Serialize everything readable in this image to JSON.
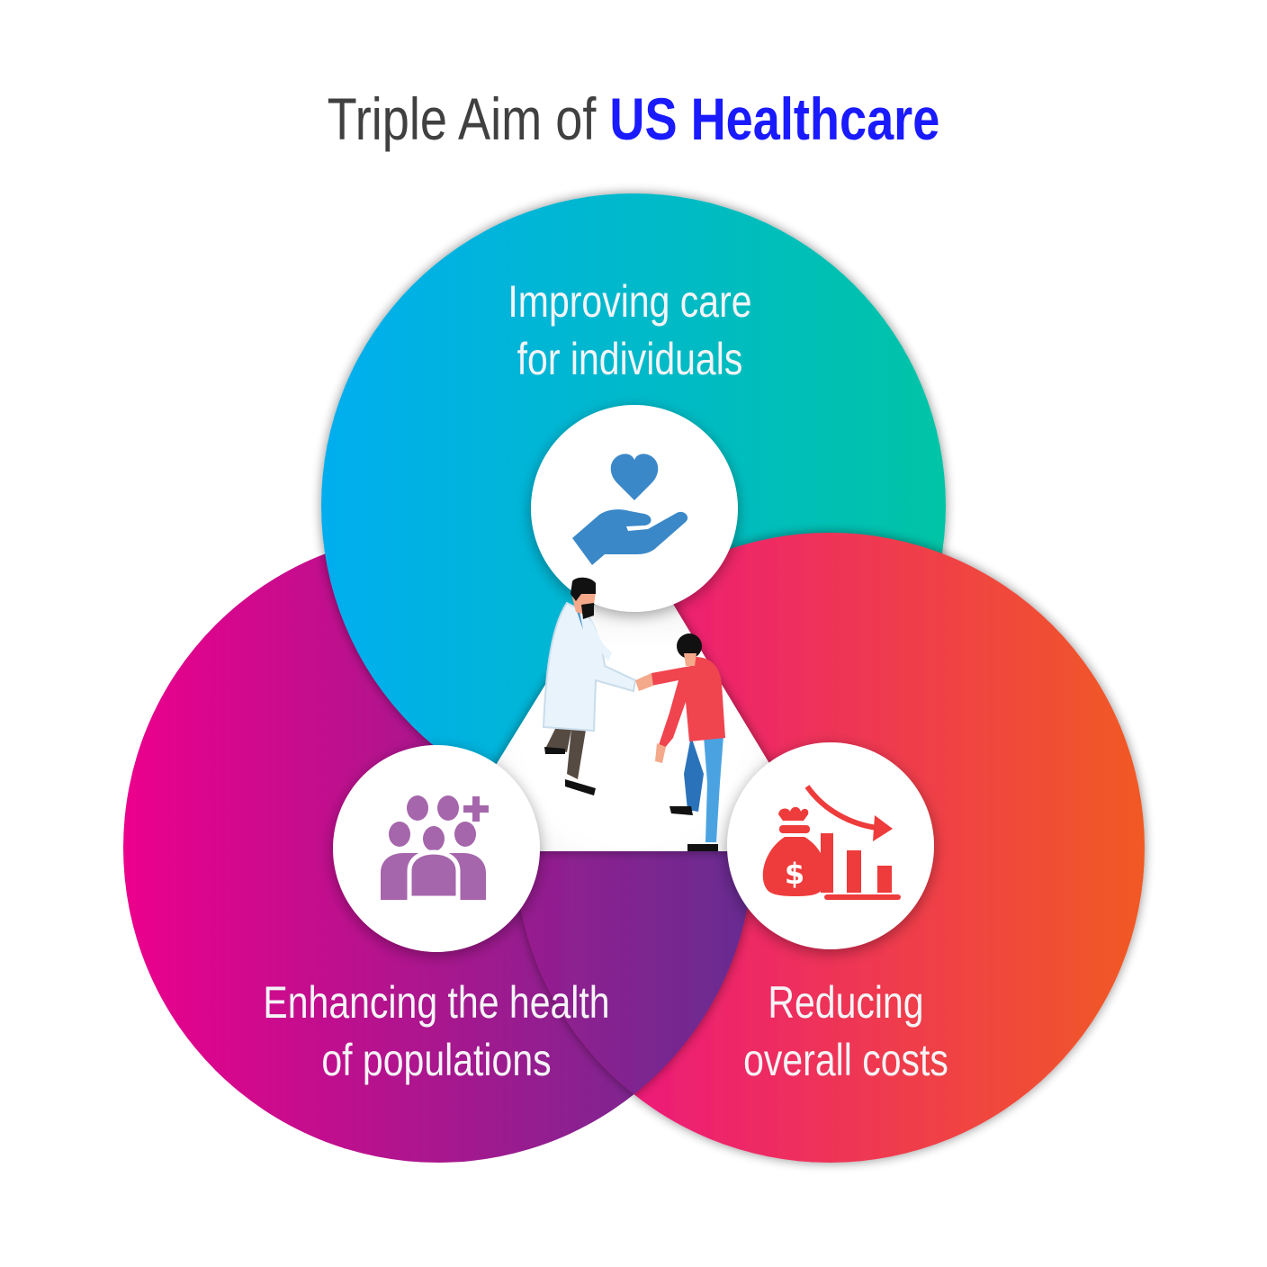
{
  "title": {
    "plain": "Triple Aim of",
    "accent": "US Healthcare"
  },
  "colors": {
    "title_plain": "#404040",
    "title_accent": "#1a1aff",
    "top_circle": [
      "#00aeef",
      "#00c4a6"
    ],
    "left_circle": [
      "#ec008c",
      "#662d91"
    ],
    "right_circle": [
      "#ec0c8c",
      "#f15a24"
    ],
    "icon_heart_hand": "#3b88c8",
    "icon_population": "#a566ab",
    "icon_costs": "#ee3b3b"
  },
  "aims": [
    {
      "id": "individual-care",
      "lines": [
        "Improving care",
        "for individuals"
      ],
      "icon": "heart-in-hand-icon"
    },
    {
      "id": "population-health",
      "lines": [
        "Enhancing the health",
        "of populations"
      ],
      "icon": "group-plus-icon"
    },
    {
      "id": "reduce-costs",
      "lines": [
        "Reducing",
        "overall costs"
      ],
      "icon": "money-bag-decreasing-chart-icon"
    }
  ],
  "center_illustration": "doctor-patient-handshake"
}
